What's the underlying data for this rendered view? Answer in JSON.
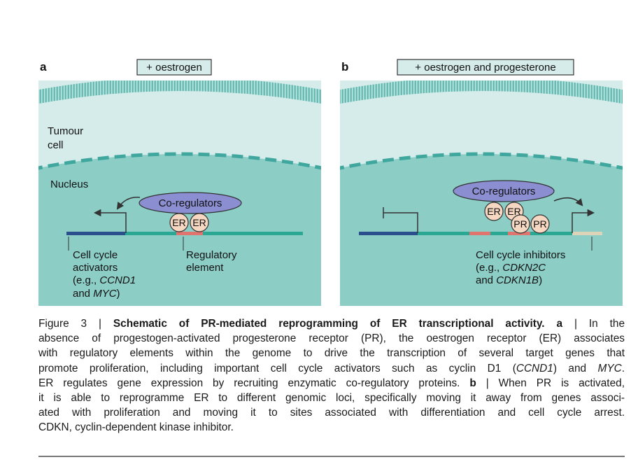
{
  "panels": {
    "a": {
      "letter": "a",
      "condition": "+ oestrogen",
      "tumour_line1": "Tumour",
      "tumour_line2": "cell",
      "nucleus": "Nucleus",
      "coregulators": "Co-regulators",
      "er1": "ER",
      "er2": "ER",
      "activators_line1": "Cell cycle",
      "activators_line2": "activators",
      "activators_line3_pre": "(e.g., ",
      "activators_line3_it": "CCND1",
      "activators_line4_pre": "and ",
      "activators_line4_it": "MYC",
      "activators_line4_post": ")",
      "reg_line1": "Regulatory",
      "reg_line2": "element"
    },
    "b": {
      "letter": "b",
      "condition": "+ oestrogen and progesterone",
      "coregulators": "Co-regulators",
      "er1": "ER",
      "er2": "ER",
      "pr1": "PR",
      "pr2": "PR",
      "inhibitors_line1": "Cell cycle inhibitors",
      "inhibitors_line2_pre": "(e.g., ",
      "inhibitors_line2_it": "CDKN2C",
      "inhibitors_line3_pre": "and ",
      "inhibitors_line3_it": "CDKN1B",
      "inhibitors_line3_post": ")"
    }
  },
  "caption": {
    "l1_a": "Figure 3 | ",
    "l1_b": "Schematic of PR-mediated reprogramming of ER transcriptional activity. a",
    "l1_c": " | In the",
    "l2": "absence of progestogen-activated progesterone receptor (PR), the oestrogen receptor (ER) associates",
    "l3": "with regulatory elements within the genome to drive the transcription of several target genes that",
    "l4_a": "promote proliferation, including important cell cycle activators such as cyclin D1 (",
    "l4_b": "CCND1",
    "l4_c": ") and ",
    "l4_d": "MYC",
    "l4_e": ".",
    "l5_a": "ER regulates gene expression by recruiting enzymatic co-regulatory proteins. ",
    "l5_b": "b",
    "l5_c": " | When PR is activated,",
    "l6": "it is able to reprogramme ER to different genomic loci, specifically moving it away from genes associ-",
    "l7": "ated with proliferation and moving it to sites associated with differentiation and cell cycle arrest.",
    "l8": "CDKN, cyclin-dependent kinase inhibitor."
  },
  "colors": {
    "cytoplasm": "#d6ecea",
    "nucleus": "#8ccdc6",
    "membrane": "#7fc8c0",
    "envelope": "#3fa79e",
    "dna": "#2aa894",
    "activator_gene": "#2b4f8c",
    "regulatory_element": "#e0756f",
    "inhibitor_gene": "#ddd3b8",
    "coregulators_fill": "#8b8ed1",
    "er_fill": "#f5d7c2"
  }
}
